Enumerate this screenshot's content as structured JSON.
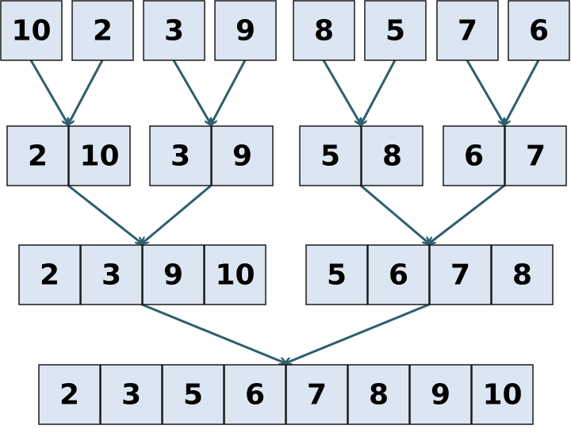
{
  "diagram": {
    "levels": [
      [
        [
          10
        ],
        [
          2
        ],
        [
          3
        ],
        [
          9
        ],
        [
          8
        ],
        [
          5
        ],
        [
          7
        ],
        [
          6
        ]
      ],
      [
        [
          2,
          10
        ],
        [
          3,
          9
        ],
        [
          5,
          8
        ],
        [
          6,
          7
        ]
      ],
      [
        [
          2,
          3,
          9,
          10
        ],
        [
          5,
          6,
          7,
          8
        ]
      ],
      [
        [
          2,
          3,
          5,
          6,
          7,
          8,
          9,
          10
        ]
      ]
    ],
    "colors": {
      "cell_fill": "#dce6f2",
      "cell_border": "#1a1a1a",
      "arrow": "#2e5f6e",
      "text": "#000000"
    }
  }
}
